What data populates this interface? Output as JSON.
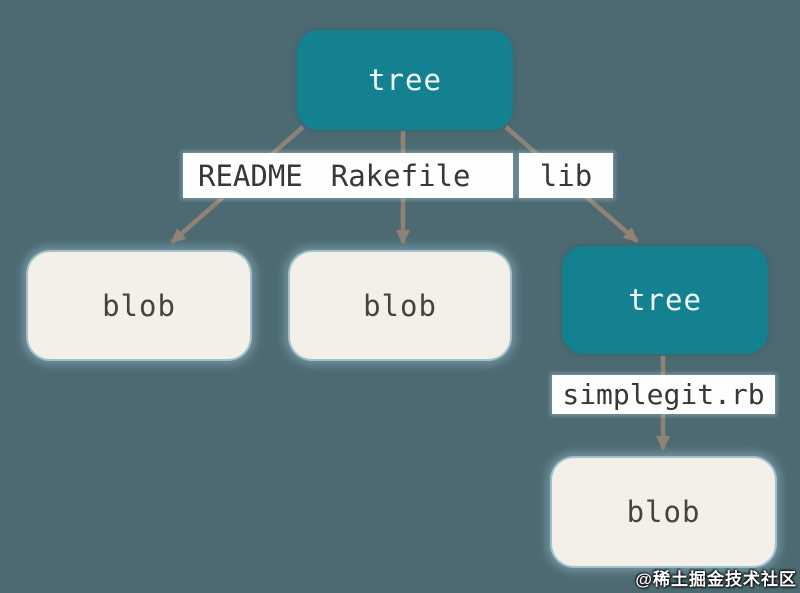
{
  "diagram": {
    "type": "git-object-graph",
    "background_color": "#4d6a72",
    "colors": {
      "tree_node_fill": "#13818f",
      "tree_node_text": "#f4fbfb",
      "blob_node_fill": "#f3f0e9",
      "blob_node_text": "#48423c",
      "edge_label_bg": "#fdfefe",
      "edge_label_text": "#3b3733",
      "arrow": "#8e8275"
    },
    "nodes": [
      {
        "id": "root-tree",
        "kind": "tree",
        "label": "tree"
      },
      {
        "id": "blob-1",
        "kind": "blob",
        "label": "blob"
      },
      {
        "id": "blob-2",
        "kind": "blob",
        "label": "blob"
      },
      {
        "id": "sub-tree",
        "kind": "tree",
        "label": "tree"
      },
      {
        "id": "blob-3",
        "kind": "blob",
        "label": "blob"
      }
    ],
    "edge_labels": [
      {
        "text": "README",
        "from": "root-tree",
        "to": "blob-1"
      },
      {
        "text": "Rakefile",
        "from": "root-tree",
        "to": "blob-2"
      },
      {
        "text": "lib",
        "from": "root-tree",
        "to": "sub-tree"
      },
      {
        "text": "simplegit.rb",
        "from": "sub-tree",
        "to": "blob-3"
      }
    ],
    "watermark": "@稀土掘金技术社区"
  }
}
